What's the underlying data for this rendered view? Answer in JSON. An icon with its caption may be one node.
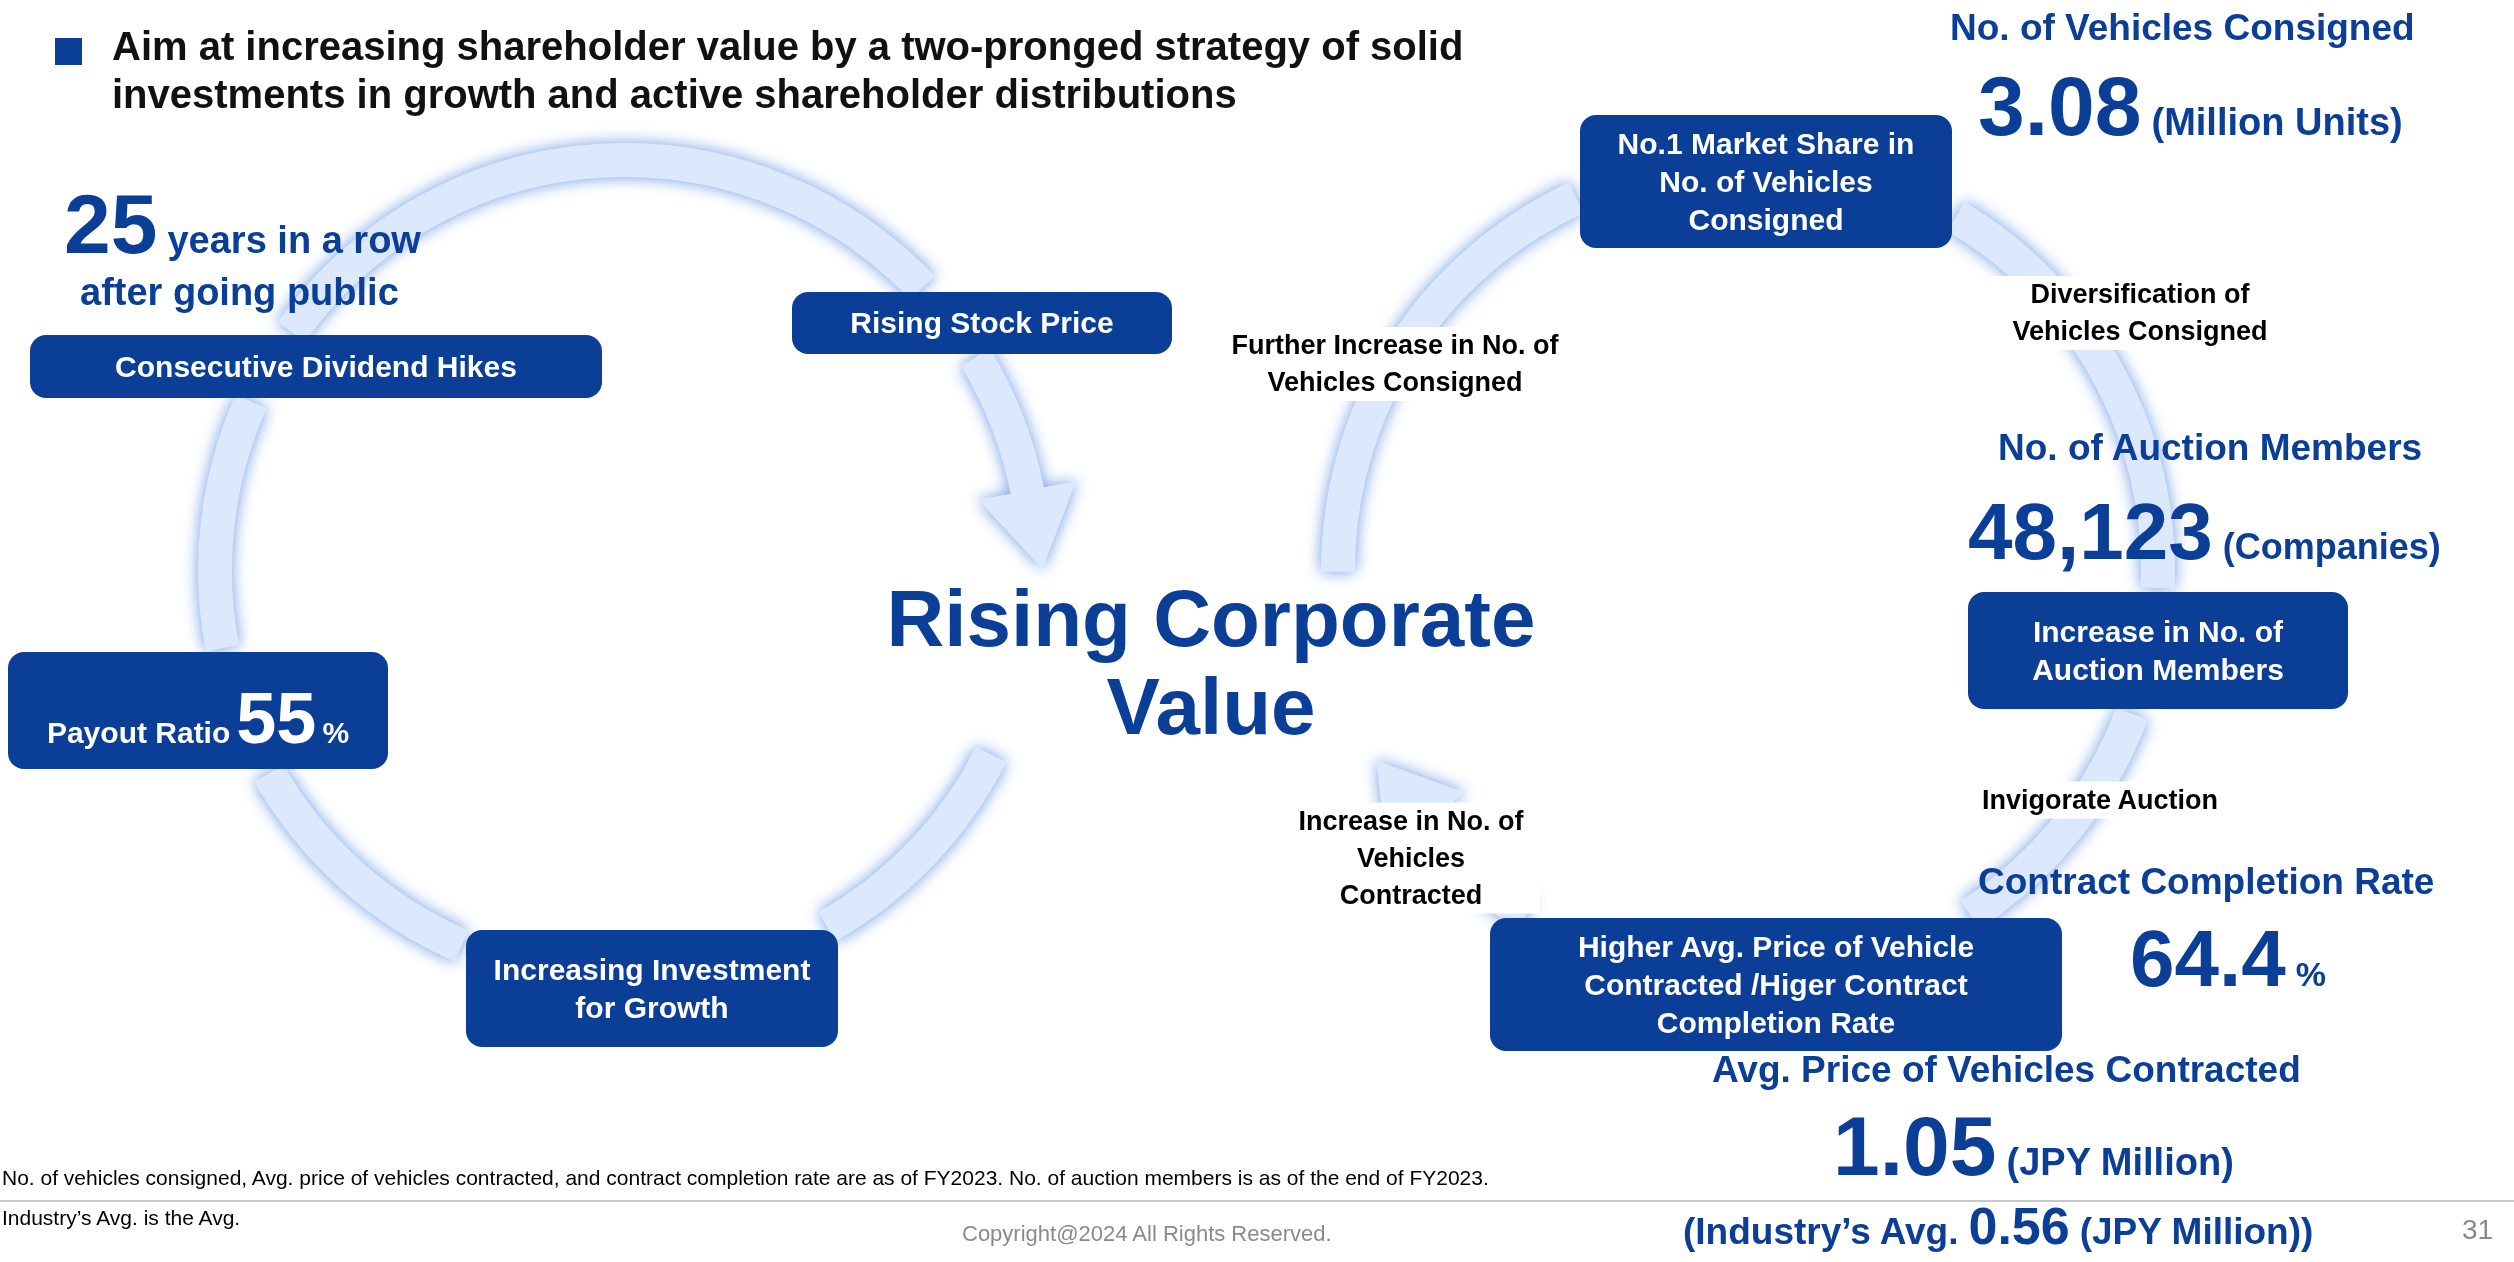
{
  "diagram": {
    "title": "Aim at increasing shareholder value by a two-pronged strategy of solid investments in growth and active shareholder distributions",
    "nodes": [
      {
        "text": [
          "No.1 Market Share in No. of Vehicles Consigned"
        ]
      },
      {
        "text": [
          "Rising Stock Price"
        ]
      },
      {
        "text": [
          "Consecutive Dividend Hikes"
        ]
      },
      {
        "text": [
          "Rising Corporate Value"
        ]
      },
      {
        "text": [
          "Increase in No. of Auction Members"
        ]
      },
      {
        "text": [
          "Payout Ratio",
          "55",
          "%"
        ]
      },
      {
        "text": [
          "Higher Avg. Price of Vehicle Contracted /Higer Contract Completion Rate"
        ]
      },
      {
        "text": [
          "Increasing Investment for Growth"
        ]
      }
    ],
    "edges": [
      {
        "from": 1,
        "to": 3,
        "arrow": "to"
      },
      {
        "from": 3,
        "to": 7,
        "arrow": "none"
      },
      {
        "from": 7,
        "to": 5,
        "arrow": "none"
      },
      {
        "from": 5,
        "to": 2,
        "arrow": "none"
      },
      {
        "from": 2,
        "to": 1,
        "arrow": "none"
      },
      {
        "from": 3,
        "to": 0,
        "arrow": "none",
        "label": "Further Increase in No. of Vehicles Consigned"
      },
      {
        "from": 0,
        "to": 4,
        "arrow": "none",
        "label": "Diversification of Vehicles Consigned"
      },
      {
        "from": 4,
        "to": 6,
        "arrow": "none",
        "label": "Invigorate Auction"
      },
      {
        "from": 6,
        "to": 3,
        "arrow": "to",
        "label": "Increase in No. of Vehicles Contracted"
      }
    ],
    "labels": [
      "25",
      "years in a row",
      "after going public",
      "No. of Vehicles Consigned",
      "3.08",
      "(Million Units)",
      "No. of Auction Members",
      "48,123",
      "(Companies)",
      "Contract Completion Rate",
      "64.4",
      "%",
      "Avg. Price of Vehicles Contracted",
      "1.05",
      "(JPY Million)",
      "(Industry’s Avg.",
      "0.56",
      "(JPY Million))",
      "No. of vehicles consigned, Avg. price of vehicles contracted, and contract completion rate are as of FY2023. No. of auction members is as of the end of FY2023.",
      "Industry’s Avg. is the Avg.",
      "Copyright@2024 All Rights Reserved.",
      "31"
    ]
  }
}
